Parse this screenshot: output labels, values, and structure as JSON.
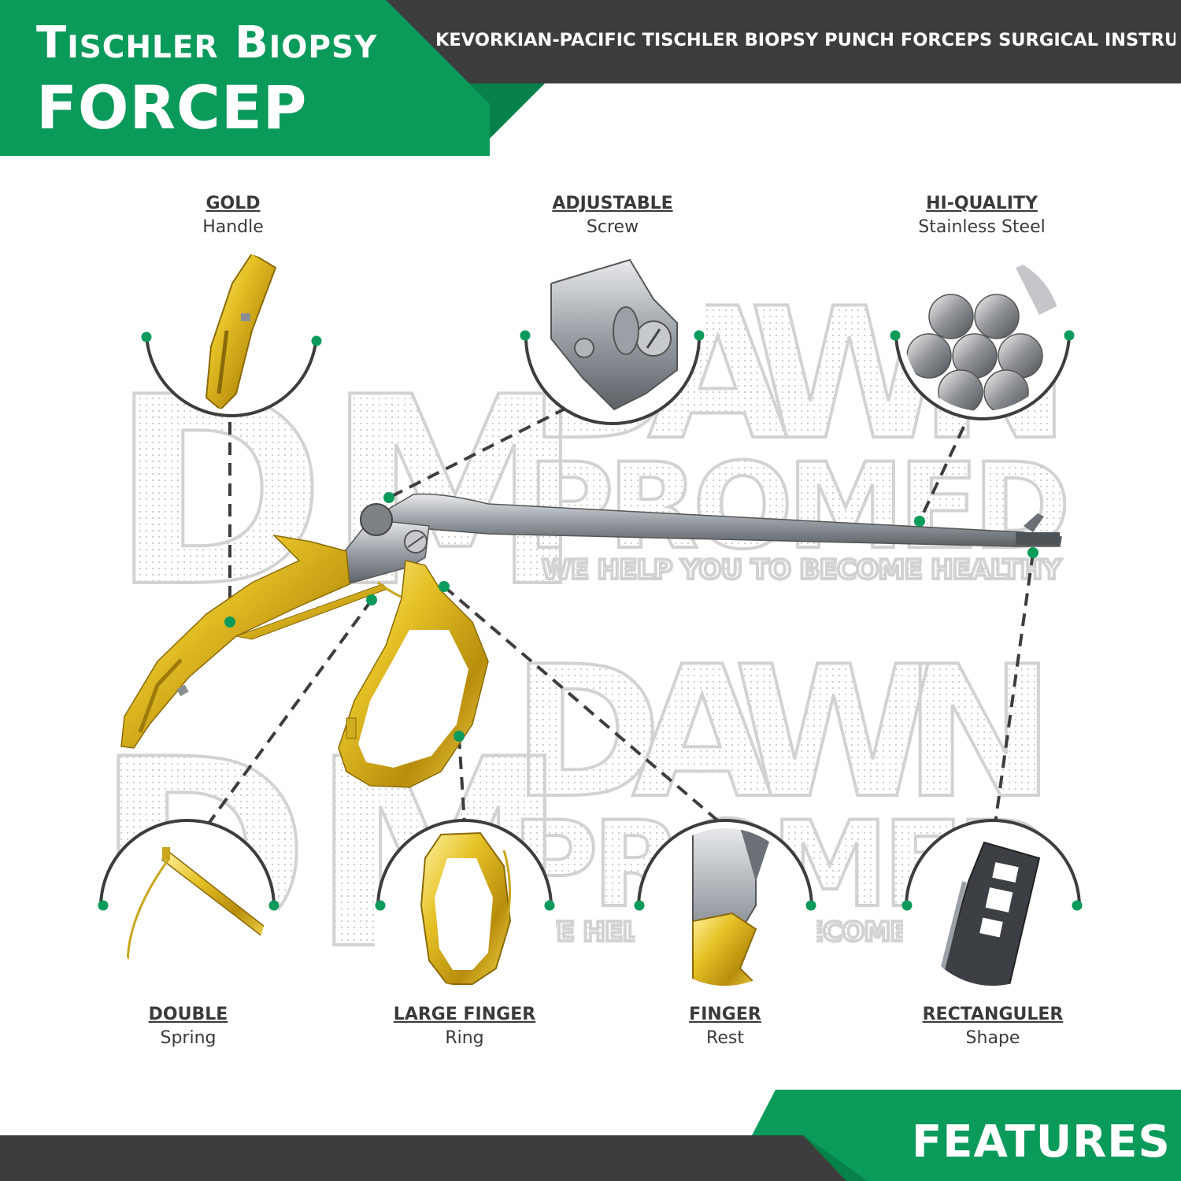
{
  "header": {
    "title_line1": "Tischler Biopsy",
    "title_line2": "FORCEP",
    "subtitle": "KEVORKIAN-PACIFIC TISCHLER BIOPSY PUNCH FORCEPS SURGICAL INSTRUMENT"
  },
  "footer": {
    "label": "FEATURES"
  },
  "watermark": {
    "brand_top": "DAWN",
    "brand_bottom": "PROMED",
    "monogram": "DM",
    "tagline": "WE HELP YOU TO BECOME HEALTHY"
  },
  "features": [
    {
      "id": "gold-handle",
      "title": "GOLD",
      "detail": "Handle"
    },
    {
      "id": "adjustable-screw",
      "title": "ADJUSTABLE",
      "detail": "Screw"
    },
    {
      "id": "stainless-steel",
      "title": "HI-QUALITY",
      "detail": "Stainless Steel"
    },
    {
      "id": "double-spring",
      "title": "DOUBLE",
      "detail": "Spring"
    },
    {
      "id": "finger-ring",
      "title": "LARGE FINGER",
      "detail": "Ring"
    },
    {
      "id": "finger-rest",
      "title": "FINGER",
      "detail": "Rest"
    },
    {
      "id": "rectangular-shape",
      "title": "RECTANGULER",
      "detail": "Shape"
    }
  ],
  "colors": {
    "brand_green": "#0a9a5a",
    "dark_green": "#07814a",
    "header_gray": "#3d3d3d",
    "gold": "#d9b41a",
    "steel": "#9aa0a6"
  }
}
